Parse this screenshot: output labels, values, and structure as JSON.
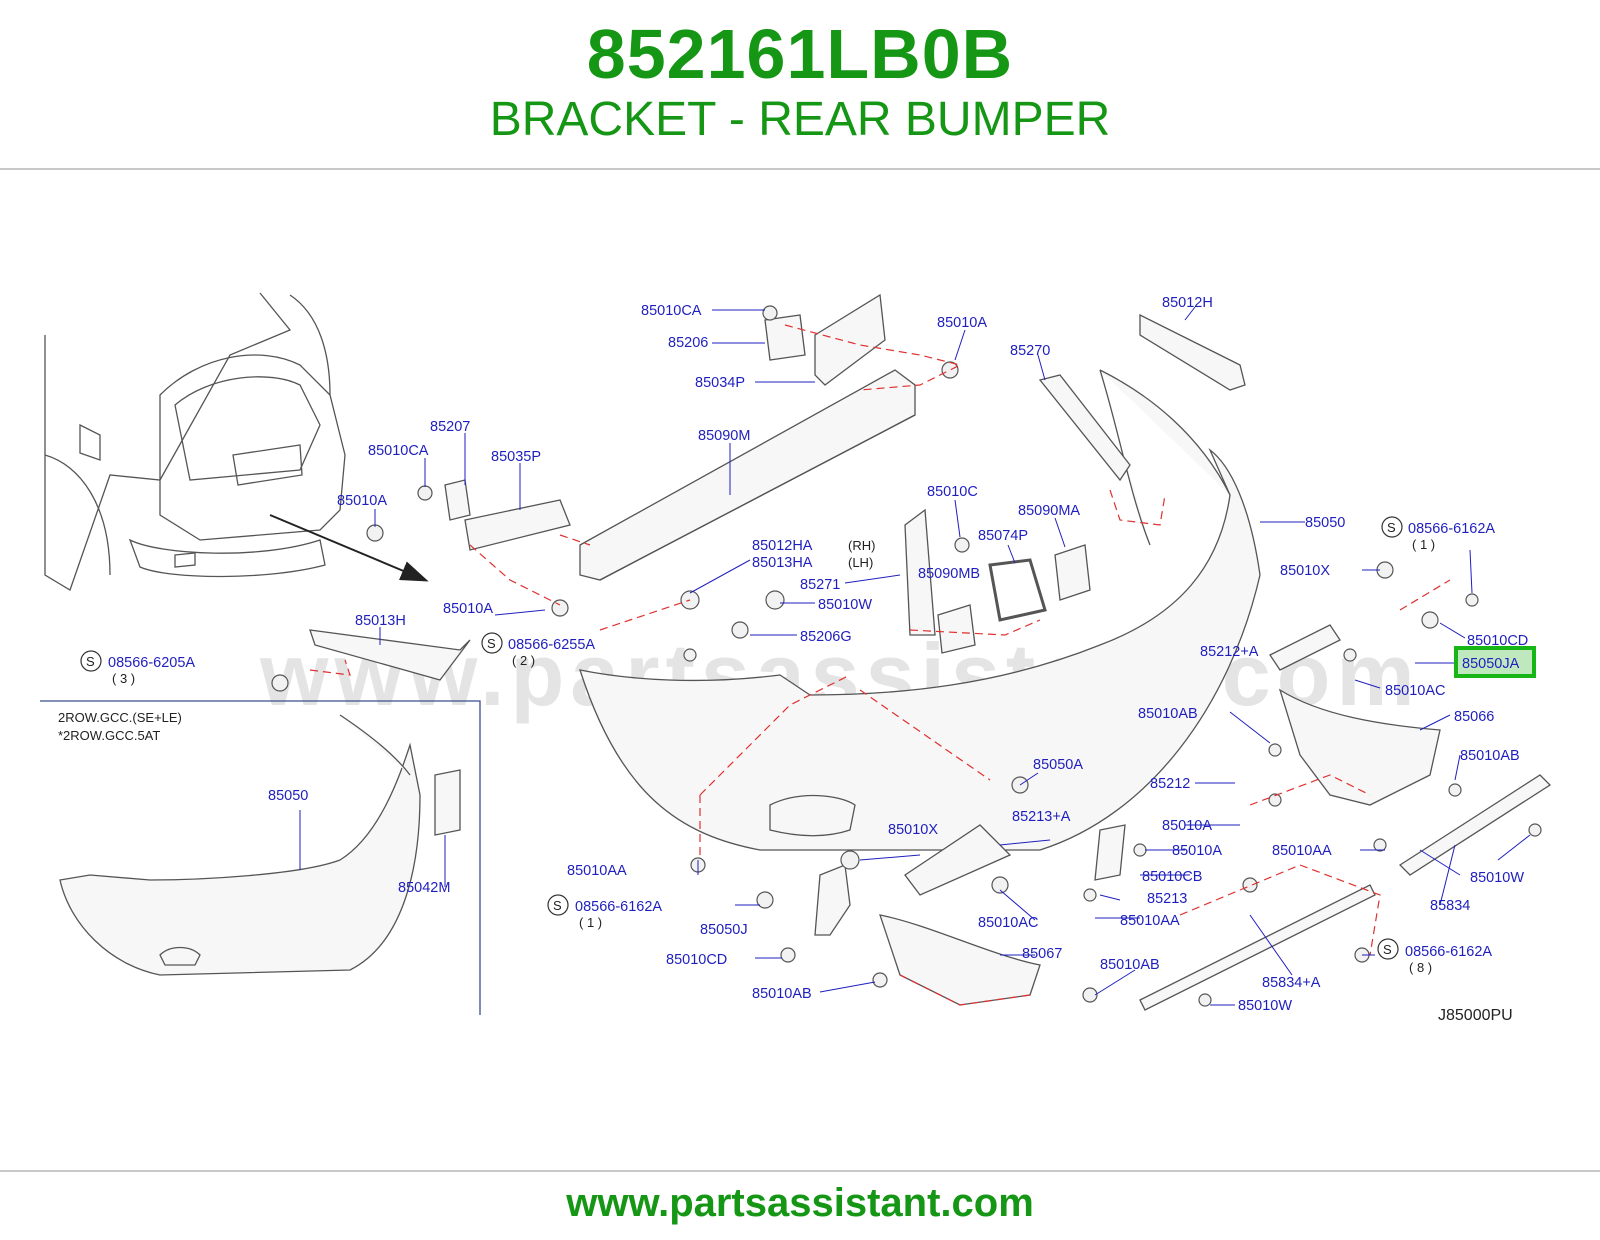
{
  "header": {
    "part_number": "852161LB0B",
    "part_name": "BRACKET - REAR BUMPER"
  },
  "diagram": {
    "highlighted_part": "85050JA",
    "code": "J85000PU",
    "watermark": "www.partsassistant.com",
    "variant_note_1": "2ROW.GCC.(SE+LE)",
    "variant_note_2": "*2ROW.GCC.5AT",
    "side_rh": "(RH)",
    "side_lh": "(LH)",
    "screw_symbol": "S",
    "qty_3": "( 3 )",
    "qty_2": "( 2 )",
    "qty_1": "( 1 )",
    "qty_8": "( 8 )",
    "labels": {
      "p85010CA_top": "85010CA",
      "p85206": "85206",
      "p85034P": "85034P",
      "p85010A_top": "85010A",
      "p85270": "85270",
      "p85012H": "85012H",
      "p85207": "85207",
      "p85010CA_left": "85010CA",
      "p85035P": "85035P",
      "p85090M": "85090M",
      "p85010A_left": "85010A",
      "p85010A_mid": "85010A",
      "p85013H": "85013H",
      "p08566_6205A": "08566-6205A",
      "p08566_6255A": "08566-6255A",
      "p85012HA": "85012HA",
      "p85013HA": "85013HA",
      "p85271": "85271",
      "p85010W_mid": "85010W",
      "p85206G": "85206G",
      "p85010C": "85010C",
      "p85074P": "85074P",
      "p85090MA": "85090MA",
      "p85090MB": "85090MB",
      "p85050_main": "85050",
      "p08566_6162A_top": "08566-6162A",
      "p85010X_right": "85010X",
      "p85010CD_right": "85010CD",
      "p85050JA": "85050JA",
      "p85212A": "85212+A",
      "p85010AC_right": "85010AC",
      "p85010AB_right1": "85010AB",
      "p85066": "85066",
      "p85010AB_right2": "85010AB",
      "p85212": "85212",
      "p85010A_r1": "85010A",
      "p85010A_r2": "85010A",
      "p85010AA_right": "85010AA",
      "p85010W_right": "85010W",
      "p85834": "85834",
      "p85050A": "85050A",
      "p85213A": "85213+A",
      "p85010X_bottom": "85010X",
      "p85010AA_left": "85010AA",
      "p08566_6162A_left": "08566-6162A",
      "p85050J": "85050J",
      "p85010CD_bottom": "85010CD",
      "p85010AB_bottom": "85010AB",
      "p85010AC_bottom": "85010AC",
      "p85067": "85067",
      "p85010CB": "85010CB",
      "p85213": "85213",
      "p85010AA_bottom": "85010AA",
      "p85010AB_bottom2": "85010AB",
      "p85834A": "85834+A",
      "p08566_6162A_bottom": "08566-6162A",
      "p85010W_bottom": "85010W",
      "p85050_inset": "85050",
      "p85042M": "85042M"
    }
  },
  "footer": {
    "url": "www.partsassistant.com"
  },
  "colors": {
    "brand_green": "#159615",
    "label_blue": "#1f1fbf",
    "drawing_gray": "#555555",
    "dash_red": "#e03030",
    "highlight_fill": "#bfe8bf"
  }
}
